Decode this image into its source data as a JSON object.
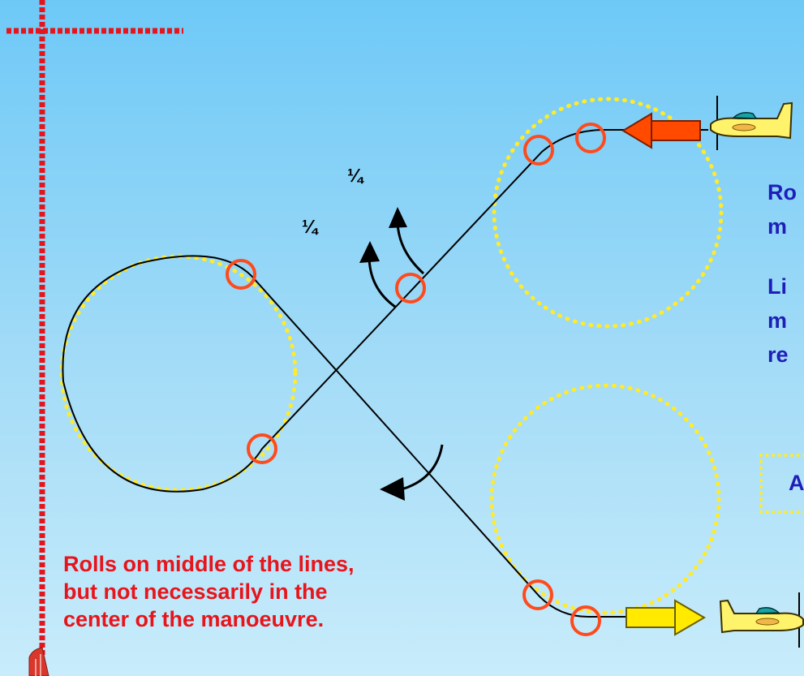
{
  "labels": {
    "quarter_upper": "¼",
    "quarter_lower": "¼",
    "right_text_1_line1": "Ro",
    "right_text_1_line2": "m",
    "right_text_2_line1": "Li",
    "right_text_2_line2": "m",
    "right_text_2_line3": "re",
    "boxed_text": "A",
    "bottom_note": [
      "Rolls on middle of the lines,",
      "but not necessarily in the",
      "center of the manoeuvre."
    ]
  },
  "colors": {
    "sky_top": "#6ec9f7",
    "sky_bottom": "#c8ecfb",
    "path": "#000000",
    "guide_dots": "#ffeb2a",
    "roll_marker": "#ff4a1c",
    "entry_arrow": "#ff4a00",
    "exit_arrow": "#ffea00",
    "text_red": "#e8141b",
    "text_blue": "#1f1fb8",
    "reference_line": "#e8141b"
  },
  "icons": [
    "airplane-icon",
    "entry-arrow-icon",
    "exit-arrow-icon",
    "rotation-arrow-icon",
    "pointer-hand-icon"
  ]
}
